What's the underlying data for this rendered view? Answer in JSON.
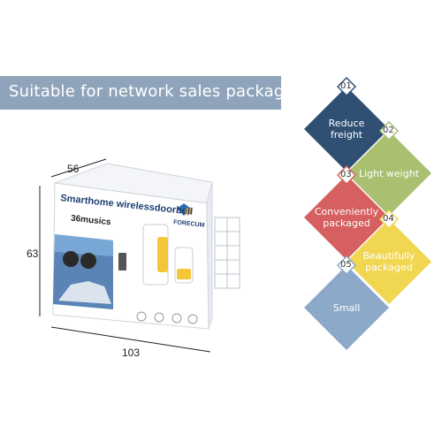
{
  "banner": {
    "text": "Suitable for network sales packaging"
  },
  "dimensions": {
    "depth": "56",
    "height": "63",
    "width": "103"
  },
  "box": {
    "brand": "FORECUM",
    "product": "Smarthome wirelessdoorbell",
    "musics": "36musics"
  },
  "features": [
    {
      "num": "01",
      "label": "Reduce\nfreight",
      "color": "#2f4f73"
    },
    {
      "num": "02",
      "label": "Light weight",
      "color": "#a8c070"
    },
    {
      "num": "03",
      "label": "Conveniently\npackaged",
      "color": "#d65f5f"
    },
    {
      "num": "04",
      "label": "Beautifully\npackaged",
      "color": "#f0d651"
    },
    {
      "num": "05",
      "label": "Small",
      "color": "#8da9c9"
    }
  ],
  "colors": {
    "banner": "#8fa4ba"
  }
}
